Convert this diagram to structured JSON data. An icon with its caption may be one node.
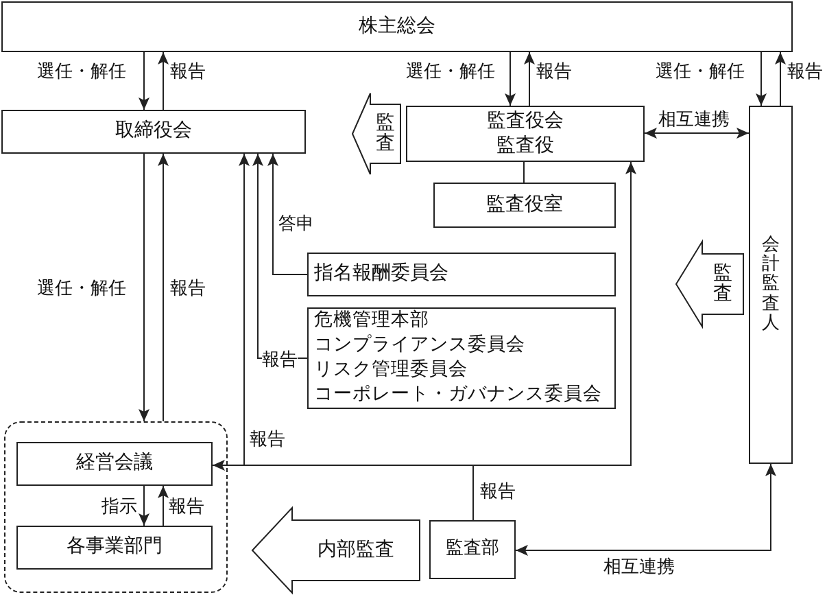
{
  "diagram": {
    "nodes": [
      {
        "text": [
          "株主総会"
        ]
      },
      {
        "text": [
          "取締役会"
        ]
      },
      {
        "text": [
          "監査役会",
          "監査役"
        ]
      },
      {
        "text": [
          "監査役室"
        ]
      },
      {
        "text": [
          "会計監査人"
        ]
      },
      {
        "text": [
          "指名報酬委員会"
        ]
      },
      {
        "text": [
          "危機管理本部",
          "コンプライアンス委員会",
          "リスク管理委員会",
          "コーポレート・ガバナンス委員会"
        ]
      },
      {
        "text": [],
        "shape": "box"
      },
      {
        "text": [
          "経営会議"
        ],
        "in": 7
      },
      {
        "text": [
          "各事業部門"
        ],
        "in": 7
      },
      {
        "text": [
          "監査部"
        ]
      },
      {
        "text": [
          "監査"
        ]
      }
    ],
    "edges": [
      {
        "from": 0,
        "to": 1,
        "arrow": "to",
        "label": "選任・解任"
      },
      {
        "from": 1,
        "to": 0,
        "arrow": "to",
        "label": "報告"
      },
      {
        "from": 0,
        "to": 2,
        "arrow": "to",
        "label": "選任・解任"
      },
      {
        "from": 2,
        "to": 0,
        "arrow": "to",
        "label": "報告"
      },
      {
        "from": 0,
        "to": 4,
        "arrow": "to",
        "label": "選任・解任"
      },
      {
        "from": 4,
        "to": 0,
        "arrow": "to",
        "label": "報告"
      },
      {
        "from": 2,
        "to": 4,
        "arrow": "both",
        "label": "相互連携"
      },
      {
        "from": 2,
        "to": 3,
        "arrow": "none"
      },
      {
        "from": 1,
        "to": 7,
        "arrow": "to",
        "label": "選任・解任"
      },
      {
        "from": 7,
        "to": 1,
        "arrow": "to",
        "label": "報告"
      },
      {
        "from": 5,
        "to": 1,
        "arrow": "to",
        "label": "答申"
      },
      {
        "from": 6,
        "to": 1,
        "arrow": "to",
        "label": "報告"
      },
      {
        "from": 10,
        "to": 1,
        "arrow": "to",
        "label": "報告"
      },
      {
        "from": 10,
        "to": 2,
        "arrow": "to"
      },
      {
        "from": 10,
        "to": 8,
        "arrow": "to",
        "label": "報告"
      },
      {
        "from": 8,
        "to": 9,
        "arrow": "to",
        "label": "指示"
      },
      {
        "from": 9,
        "to": 8,
        "arrow": "to",
        "label": "報告"
      },
      {
        "from": 10,
        "to": 4,
        "arrow": "both",
        "label": "相互連携"
      },
      {
        "from": 2,
        "to": 1,
        "arrow": "to",
        "label": "監査"
      },
      {
        "from": 10,
        "to": 7,
        "arrow": "to",
        "label": "内部監査"
      }
    ]
  }
}
